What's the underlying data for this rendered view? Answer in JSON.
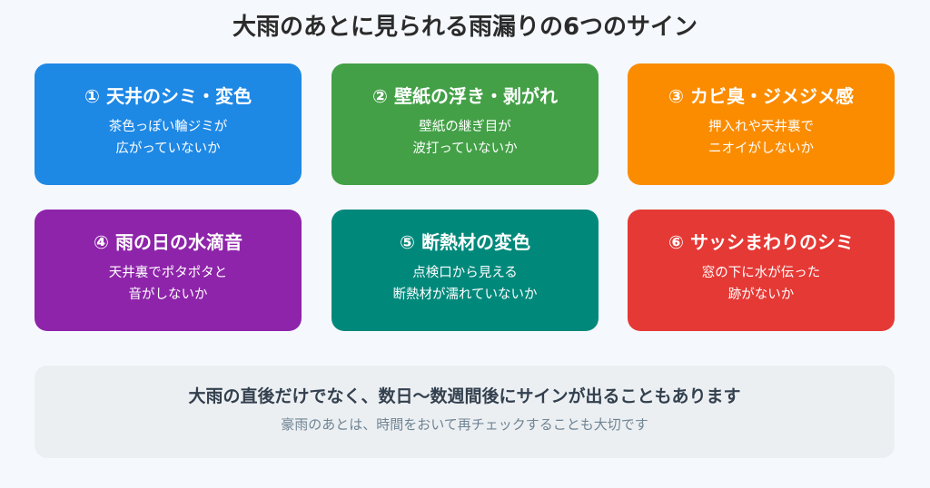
{
  "title": "大雨のあとに見られる雨漏りの6つのサイン",
  "cards": [
    {
      "title": "① 天井のシミ・変色",
      "desc": [
        "茶色っぽい輪ジミが",
        "広がっていないか"
      ],
      "color": "#1e88e5"
    },
    {
      "title": "② 壁紙の浮き・剥がれ",
      "desc": [
        "壁紙の継ぎ目が",
        "波打っていないか"
      ],
      "color": "#43a047"
    },
    {
      "title": "③ カビ臭・ジメジメ感",
      "desc": [
        "押入れや天井裏で",
        "ニオイがしないか"
      ],
      "color": "#fb8c00"
    },
    {
      "title": "④ 雨の日の水滴音",
      "desc": [
        "天井裏でポタポタと",
        "音がしないか"
      ],
      "color": "#8e24aa"
    },
    {
      "title": "⑤ 断熱材の変色",
      "desc": [
        "点検口から見える",
        "断熱材が濡れていないか"
      ],
      "color": "#00897b"
    },
    {
      "title": "⑥ サッシまわりのシミ",
      "desc": [
        "窓の下に水が伝った",
        "跡がないか"
      ],
      "color": "#e53935"
    }
  ],
  "footer": {
    "main": "大雨の直後だけでなく、数日〜数週間後にサインが出ることもあります",
    "sub": "豪雨のあとは、時間をおいて再チェックすることも大切です",
    "background": "#eceff2"
  }
}
